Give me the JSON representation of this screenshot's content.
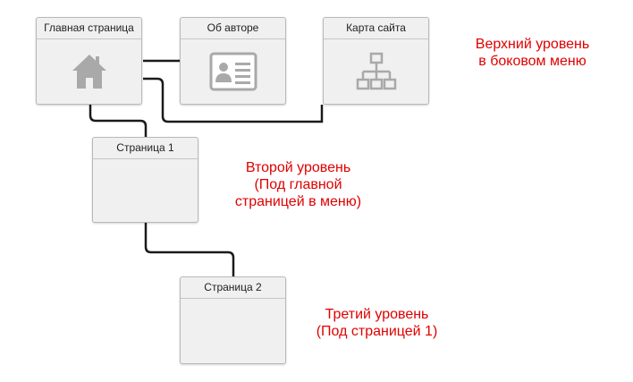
{
  "pages": {
    "home": "Главная страница",
    "about": "Об авторе",
    "sitemap": "Карта сайта",
    "page1": "Страница 1",
    "page2": "Страница 2"
  },
  "labels": {
    "level1": [
      "Верхний уровень",
      "в боковом меню"
    ],
    "level2": [
      "Второй уровень",
      "(Под главной",
      "страницей в меню)"
    ],
    "level3": [
      "Третий уровень",
      "(Под страницей 1)"
    ]
  },
  "icons": {
    "home": "home-icon",
    "about": "id-card-icon",
    "sitemap": "sitemap-icon"
  },
  "colors": {
    "label_text": "#e00000",
    "icon": "#a9a9a9",
    "connector": "#1a1a1a",
    "box_fill": "#f0f0f0",
    "box_border": "#b9b9b9"
  }
}
